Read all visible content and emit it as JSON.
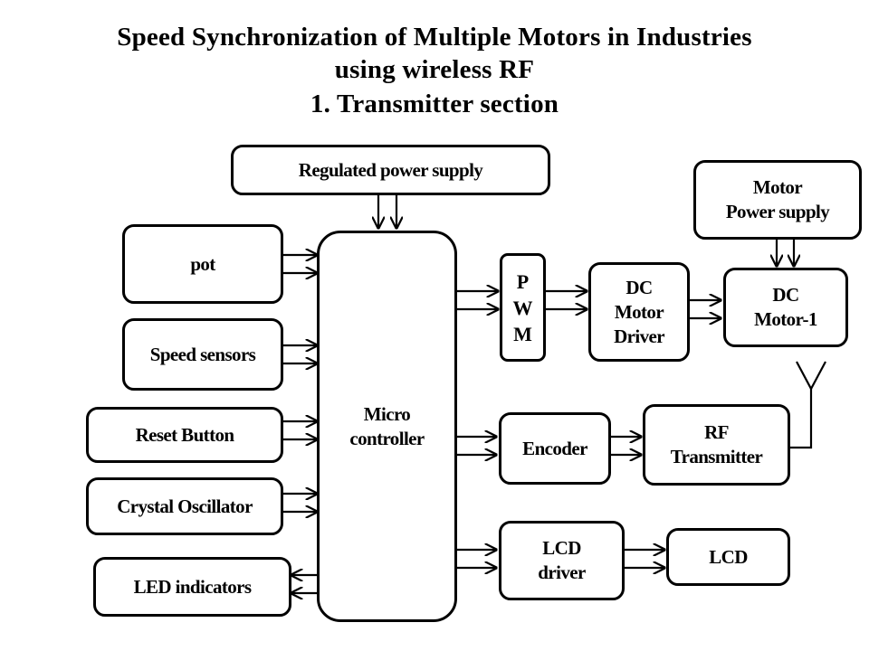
{
  "title": {
    "line1": "Speed Synchronization of Multiple Motors in Industries",
    "line2": "using wireless RF",
    "line3": "1. Transmitter section"
  },
  "blocks": {
    "power_supply": "Regulated power supply",
    "motor_power": {
      "line1": "Motor",
      "line2": "Power supply"
    },
    "pot": "pot",
    "speed_sensors": "Speed sensors",
    "reset_button": "Reset Button",
    "crystal": "Crystal Oscillator",
    "led": "LED indicators",
    "micro": {
      "line1": "Micro",
      "line2": "controller"
    },
    "pwm": [
      "P",
      "W",
      "M"
    ],
    "dc_driver": {
      "line1": "DC",
      "line2": "Motor",
      "line3": "Driver"
    },
    "dc_motor": {
      "line1": "DC",
      "line2": "Motor-1"
    },
    "encoder": "Encoder",
    "rf_tx": {
      "line1": "RF",
      "line2": "Transmitter"
    },
    "lcd_driver": {
      "line1": "LCD",
      "line2": "driver"
    },
    "lcd": "LCD"
  }
}
